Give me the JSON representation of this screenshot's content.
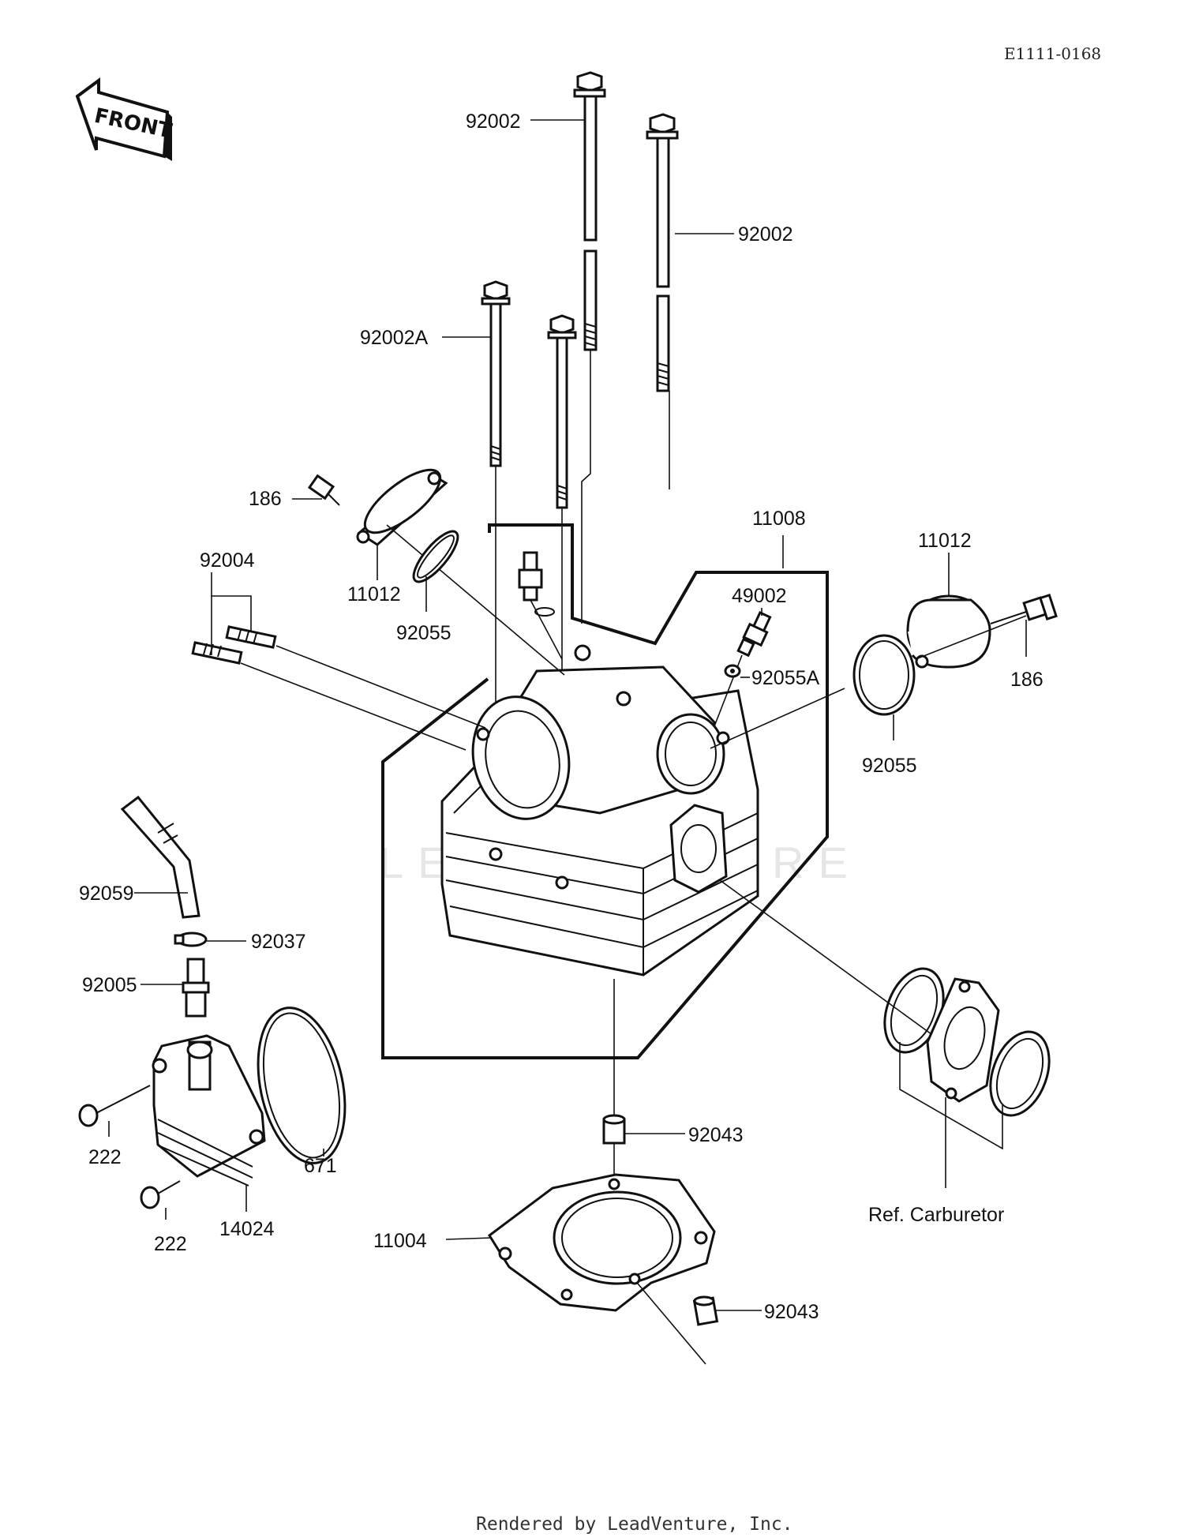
{
  "diagram": {
    "code": "E1111-0168",
    "front_label": "FRONT",
    "watermark": "LEADVENTURE",
    "footer": "Rendered by LeadVenture, Inc.",
    "labels": [
      {
        "id": "bolt-92002-top",
        "text": "92002"
      },
      {
        "id": "bolt-92002-right",
        "text": "92002"
      },
      {
        "id": "bolt-92002a",
        "text": "92002A"
      },
      {
        "id": "bolt-186-left",
        "text": "186"
      },
      {
        "id": "cap-11012-left",
        "text": "11012"
      },
      {
        "id": "oring-92055-left",
        "text": "92055"
      },
      {
        "id": "stud-92004",
        "text": "92004"
      },
      {
        "id": "head-11008",
        "text": "11008"
      },
      {
        "id": "plug-49002",
        "text": "49002"
      },
      {
        "id": "washer-92055a",
        "text": "92055A"
      },
      {
        "id": "cap-11012-right",
        "text": "11012"
      },
      {
        "id": "bolt-186-right",
        "text": "186"
      },
      {
        "id": "oring-92055-right",
        "text": "92055"
      },
      {
        "id": "hose-92059",
        "text": "92059"
      },
      {
        "id": "clamp-92037",
        "text": "92037"
      },
      {
        "id": "fitting-92005",
        "text": "92005"
      },
      {
        "id": "screw-222-upper",
        "text": "222"
      },
      {
        "id": "screw-222-lower",
        "text": "222"
      },
      {
        "id": "cover-14024",
        "text": "14024"
      },
      {
        "id": "oring-671",
        "text": "671"
      },
      {
        "id": "dowel-92043-upper",
        "text": "92043"
      },
      {
        "id": "gasket-11004",
        "text": "11004"
      },
      {
        "id": "dowel-92043-lower",
        "text": "92043"
      },
      {
        "id": "ref-carburetor",
        "text": "Ref. Carburetor"
      }
    ]
  }
}
